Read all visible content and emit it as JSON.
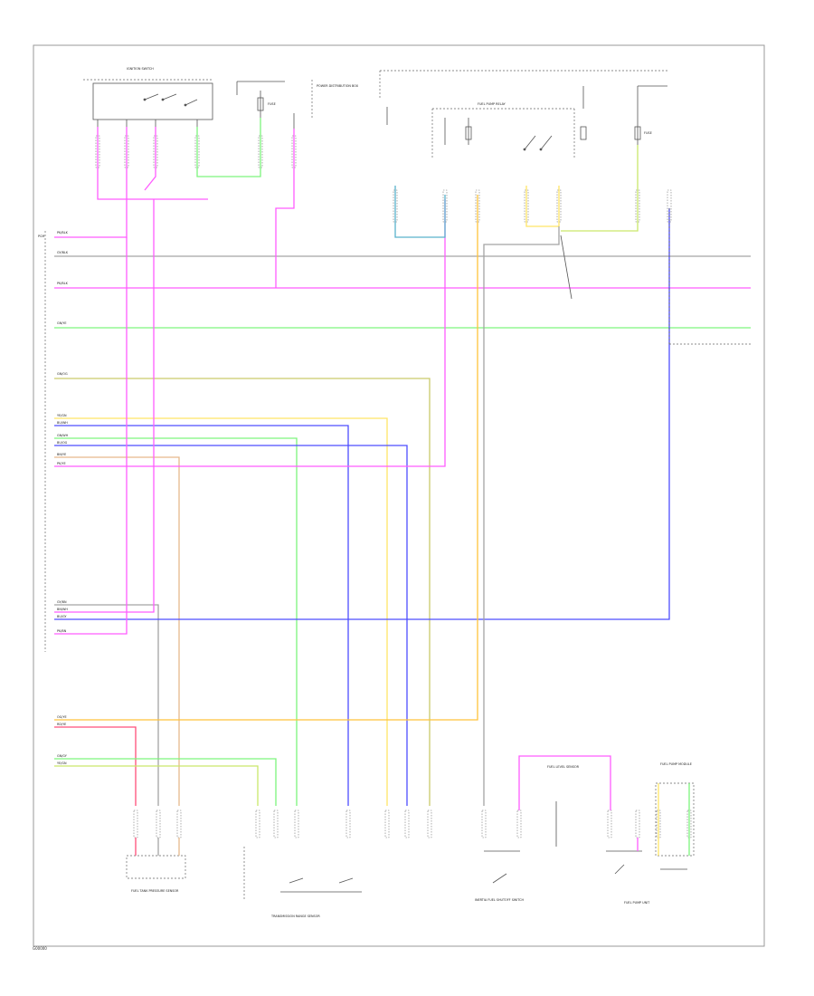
{
  "figure": {
    "code": "G00000"
  },
  "colors": {
    "pink": "#ff5cff",
    "light_green": "#7df57d",
    "olive": "#c9c96a",
    "yellow": "#ffe566",
    "blue": "#4d4dff",
    "orange": "#ffc23a",
    "tan": "#e6b98c",
    "gray": "#a3a3a3",
    "teal": "#59b2cc",
    "red_pink": "#ff4f7a"
  },
  "components": [
    {
      "id": "ignition-switch",
      "label": "IGNITION SWITCH"
    },
    {
      "id": "fuse-top-left",
      "label": "FUSE"
    },
    {
      "id": "power-dist-box",
      "label": "POWER DISTRIBUTION BOX"
    },
    {
      "id": "fuse-top-right",
      "label": "FUSE"
    },
    {
      "id": "fuel-pump-relay",
      "label": "FUEL PUMP RELAY"
    },
    {
      "id": "pcm",
      "label": "PCM"
    },
    {
      "id": "fuel-tank-pressure-sensor",
      "label": "FUEL TANK PRESSURE SENSOR"
    },
    {
      "id": "transmission-range-sensor",
      "label": "TRANSMISSION RANGE SENSOR"
    },
    {
      "id": "inertia-switch",
      "label": "INERTIA FUEL SHUTOFF SWITCH"
    },
    {
      "id": "fuel-level-sensor",
      "label": "FUEL LEVEL SENSOR"
    },
    {
      "id": "fuel-pump-unit",
      "label": "FUEL PUMP UNIT"
    },
    {
      "id": "fuel-pump-module",
      "label": "FUEL PUMP MODULE"
    }
  ],
  "wires": [
    {
      "id": "w1",
      "label": "PK/BLK"
    },
    {
      "id": "w2",
      "label": "GY/BLK"
    },
    {
      "id": "w3",
      "label": "PK/BLK"
    },
    {
      "id": "w4",
      "label": "GN/YE"
    },
    {
      "id": "w5",
      "label": "GN/OG"
    },
    {
      "id": "w6",
      "label": "YE/GN"
    },
    {
      "id": "w7",
      "label": "BU/WH"
    },
    {
      "id": "w8",
      "label": "GN/WH"
    },
    {
      "id": "w9",
      "label": "BU/OG"
    },
    {
      "id": "w10",
      "label": "BN/YE"
    },
    {
      "id": "w11",
      "label": "PK/YE"
    },
    {
      "id": "w12",
      "label": "GY/BN"
    },
    {
      "id": "w13",
      "label": "BN/WH"
    },
    {
      "id": "w14",
      "label": "BU/GY"
    },
    {
      "id": "w15",
      "label": "PK/BN"
    },
    {
      "id": "w16",
      "label": "OG/YE"
    },
    {
      "id": "w17",
      "label": "RD/YE"
    },
    {
      "id": "w18",
      "label": "GN/GY"
    },
    {
      "id": "w19",
      "label": "YE/GN"
    }
  ]
}
